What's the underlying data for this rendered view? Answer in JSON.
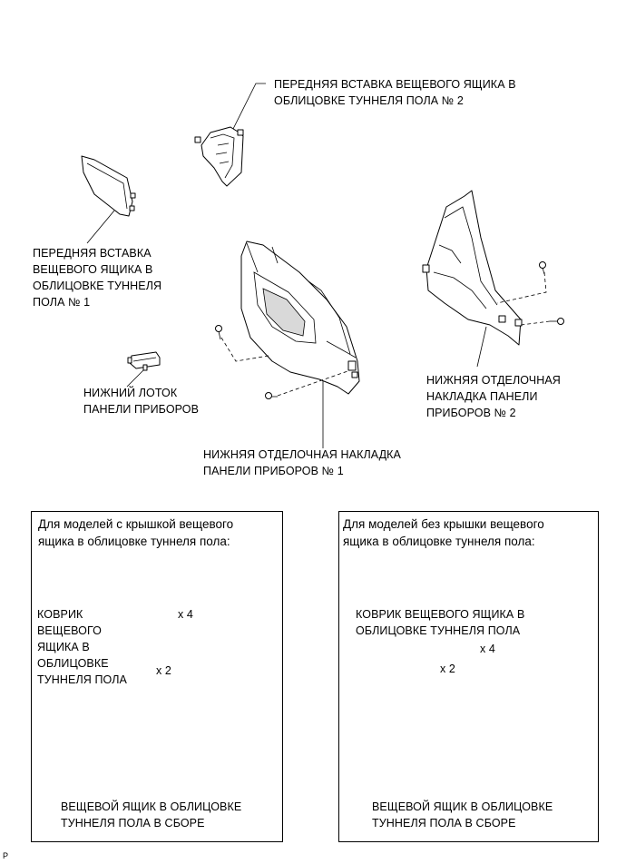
{
  "labels": {
    "front_insert_2": [
      "ПЕРЕДНЯЯ ВСТАВКА ВЕЩЕВОГО ЯЩИКА В",
      "ОБЛИЦОВКЕ ТУННЕЛЯ ПОЛА № 2"
    ],
    "front_insert_1": [
      "ПЕРЕДНЯЯ ВСТАВКА",
      "ВЕЩЕВОГО ЯЩИКА В",
      "ОБЛИЦОВКЕ ТУННЕЛЯ",
      "ПОЛА № 1"
    ],
    "lower_tray": [
      "НИЖНИЙ ЛОТОК",
      "ПАНЕЛИ ПРИБОРОВ"
    ],
    "finish_panel_2": [
      "НИЖНЯЯ ОТДЕЛОЧНАЯ",
      "НАКЛАДКА ПАНЕЛИ",
      "ПРИБОРОВ № 2"
    ],
    "finish_panel_1": [
      "НИЖНЯЯ ОТДЕЛОЧНАЯ НАКЛАДКА",
      "ПАНЕЛИ ПРИБОРОВ № 1"
    ]
  },
  "boxes": {
    "with_lid": {
      "title": [
        "Для моделей с крышкой вещевого",
        "ящика в облицовке туннеля пола:"
      ],
      "mat_label": [
        "КОВРИК",
        "ВЕЩЕВОГО",
        "ЯЩИКА В",
        "ОБЛИЦОВКЕ",
        "ТУННЕЛЯ ПОЛА"
      ],
      "bolt_count_a": "x 4",
      "bolt_count_b": "x 2",
      "assembly_label": [
        "ВЕЩЕВОЙ ЯЩИК В ОБЛИЦОВКЕ",
        "ТУННЕЛЯ ПОЛА В СБОРЕ"
      ]
    },
    "without_lid": {
      "title": [
        "Для моделей без крышки вещевого",
        "ящика в облицовке туннеля пола:"
      ],
      "mat_label": [
        "КОВРИК ВЕЩЕВОГО ЯЩИКА В",
        "ОБЛИЦОВКЕ ТУННЕЛЯ ПОЛА"
      ],
      "bolt_count_a": "x 4",
      "bolt_count_b": "x 2",
      "assembly_label": [
        "ВЕЩЕВОЙ ЯЩИК В ОБЛИЦОВКЕ",
        "ТУННЕЛЯ ПОЛА В СБОРЕ"
      ]
    }
  },
  "corner_mark": "P"
}
